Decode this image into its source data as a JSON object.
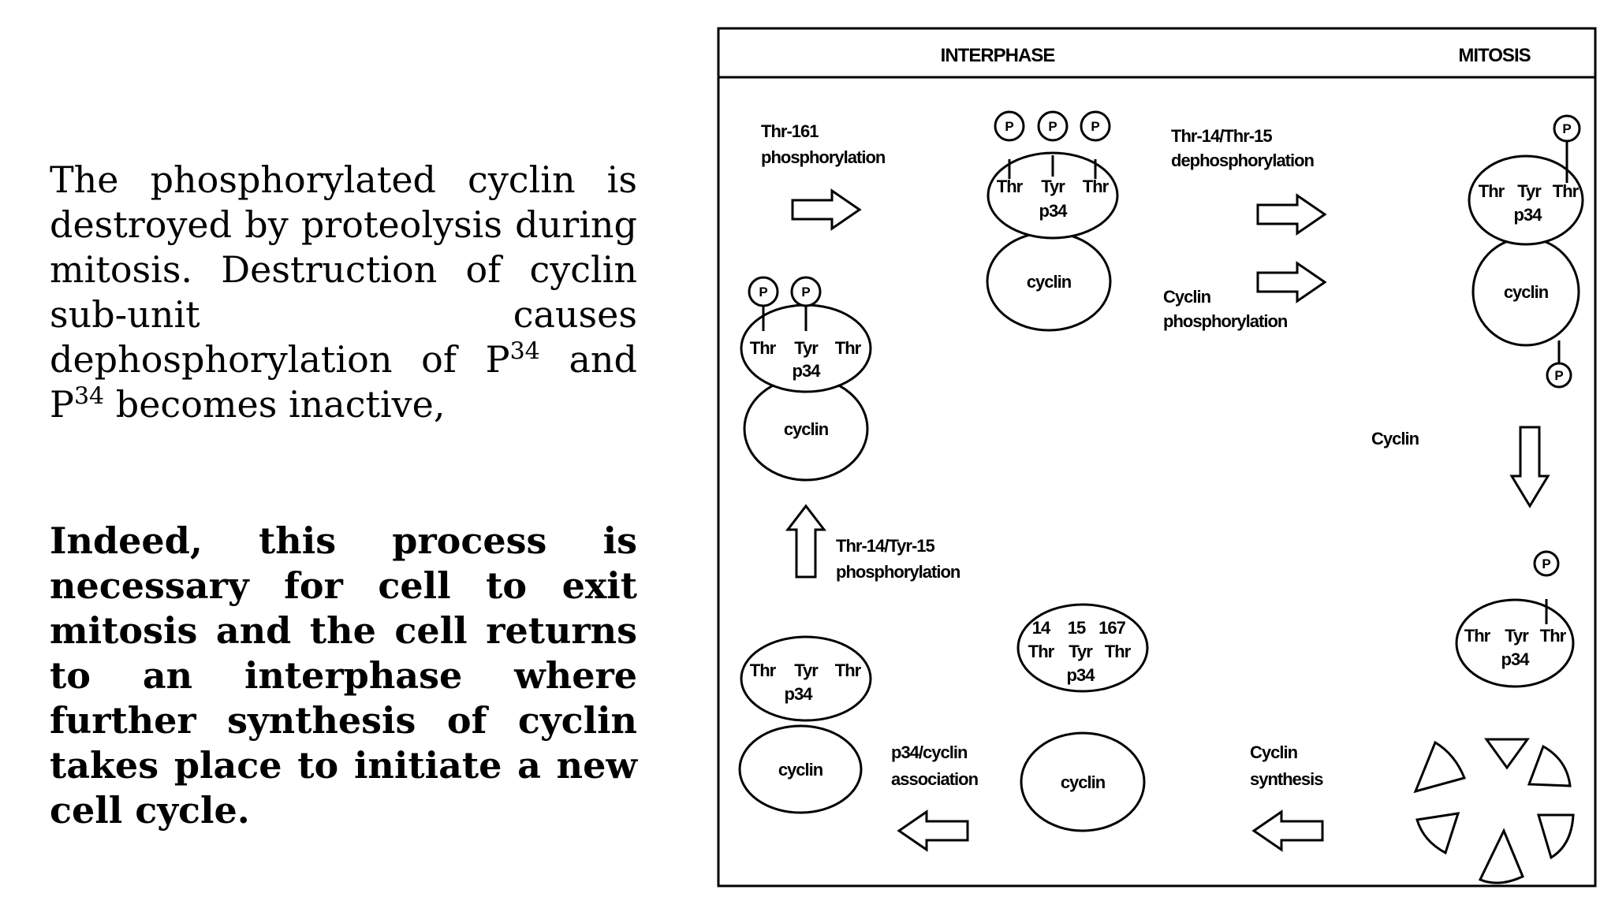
{
  "text": {
    "p1_part1": "The phosphorylated cyclin is destroyed by proteolysis during mitosis. Destruction of cyclin sub-unit causes dephosphorylation of P",
    "p1_sup1": "34",
    "p1_part2": " and P",
    "p1_sup2": "34",
    "p1_part3": " becomes inactive,",
    "p2": "Indeed, this process is necessary for cell to exit mitosis and the cell returns to an interphase where further synthesis of cyclin takes place to initiate a new cell cycle."
  },
  "diagram": {
    "header": {
      "left": "INTERPHASE",
      "right": "MITOSIS"
    },
    "labels": {
      "thr161_1": "Thr-161",
      "thr161_2": "phosphorylation",
      "deph_1": "Thr-14/Thr-15",
      "deph_2": "dephosphorylation",
      "cycphos_1": "Cyclin",
      "cycphos_2": "phosphorylation",
      "cyclin_mid": "Cyclin",
      "tyrphos_1": "Thr-14/Tyr-15",
      "tyrphos_2": "phosphorylation",
      "assoc_1": "p34/cyclin",
      "assoc_2": "association",
      "synth_1": "Cyclin",
      "synth_2": "synthesis"
    },
    "cell": {
      "thr": "Thr",
      "tyr": "Tyr",
      "p34": "p34",
      "cyclin": "cyclin",
      "p": "P",
      "n14": "14",
      "n15": "15",
      "n167": "167"
    }
  }
}
